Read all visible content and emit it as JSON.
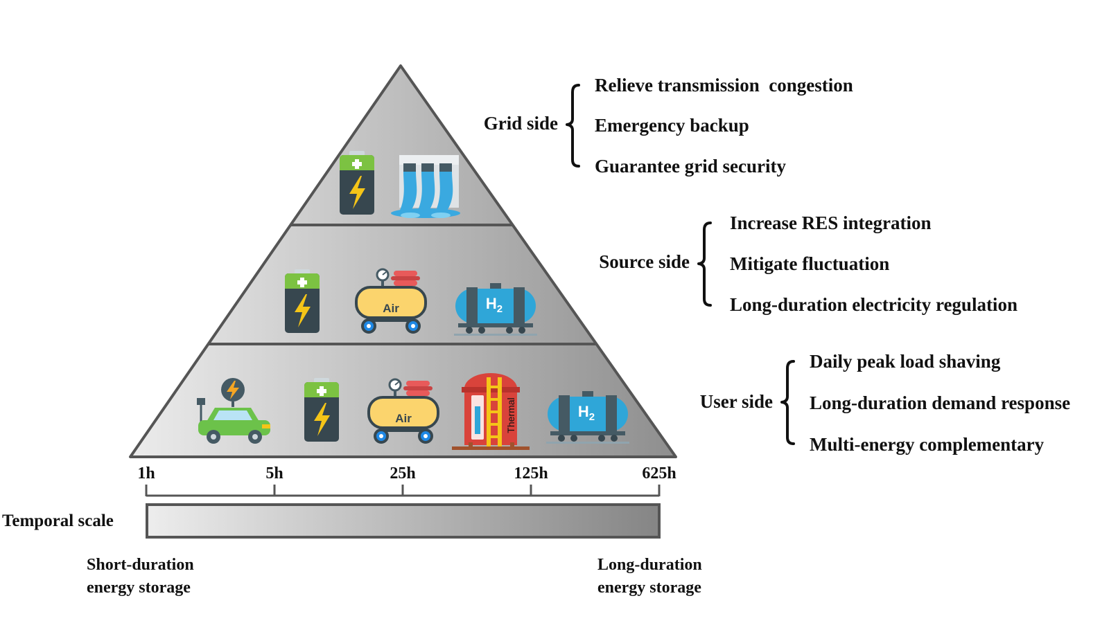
{
  "pyramid": {
    "levels": [
      {
        "name": "Grid side",
        "icons": [
          "battery-icon",
          "hydro-dam-icon"
        ]
      },
      {
        "name": "Source side",
        "icons": [
          "battery-icon",
          "air-compressor-icon",
          "hydrogen-tank-icon"
        ]
      },
      {
        "name": "User side",
        "icons": [
          "electric-car-icon",
          "battery-icon",
          "air-compressor-icon",
          "thermal-storage-icon",
          "hydrogen-tank-icon"
        ]
      }
    ],
    "icon_text": {
      "air": "Air",
      "thermal": "Thermal",
      "h2": "H",
      "h2_sub": "2"
    }
  },
  "groups": [
    {
      "label": "Grid side",
      "items": [
        "Relieve transmission  congestion",
        "Emergency backup",
        "Guarantee grid security"
      ]
    },
    {
      "label": "Source side",
      "items": [
        "Increase RES integration",
        "Mitigate fluctuation",
        "Long-duration electricity regulation"
      ]
    },
    {
      "label": "User side",
      "items": [
        "Daily peak load shaving",
        "Long-duration demand response",
        "Multi-energy complementary"
      ]
    }
  ],
  "temporal_scale": {
    "title": "Temporal scale",
    "ticks": [
      "1h",
      "5h",
      "25h",
      "125h",
      "625h"
    ],
    "left_end": [
      "Short-duration",
      "energy storage"
    ],
    "right_end": [
      "Long-duration",
      "energy storage"
    ]
  },
  "colors": {
    "pyramid_light": "#ececec",
    "pyramid_dark": "#8e8e8e",
    "outline": "#555555",
    "battery_green": "#7cc242",
    "battery_body": "#37474f",
    "bolt_yellow": "#f5c518",
    "water_blue": "#3aa9e0",
    "compressor_yellow": "#fbd46d",
    "compressor_red": "#e85a5a",
    "tank_blue": "#2fa6d8",
    "thermal_red": "#d9433b",
    "car_green": "#6cc24a"
  }
}
